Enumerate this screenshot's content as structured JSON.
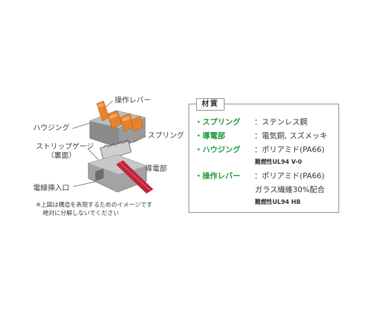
{
  "callouts": {
    "lever": "操作レバー",
    "housing": "ハウジング",
    "spring": "スプリング",
    "strip_gauge_1": "ストリップゲージ",
    "strip_gauge_2": "（裏面）",
    "conductor": "導電部",
    "wire_entry": "電線挿入口"
  },
  "note": {
    "line1": "※上図は構造を表現するためのイメージです",
    "line2": "絶対に分解しないでください"
  },
  "materials": {
    "title": "材質",
    "rows": [
      {
        "label": "・スプリング",
        "value": "：ステンレス鋼"
      },
      {
        "label": "・導電部",
        "value": "：電気銅, スズメッキ"
      },
      {
        "label": "・ハウジング",
        "value": "：ポリアミド(PA66)"
      },
      {
        "label": "・操作レバー",
        "value": "：ポリアミド(PA66)"
      }
    ],
    "housing_sub": "難燃性UL94 V-0",
    "lever_sub1": "ガラス繊維30%配合",
    "lever_sub2": "難燃性UL94 HB"
  },
  "colors": {
    "label_green": "#1f9a3a",
    "lever_orange": "#e8822a",
    "housing_gray": "#8f8f8f",
    "wire_red": "#c0243a"
  }
}
